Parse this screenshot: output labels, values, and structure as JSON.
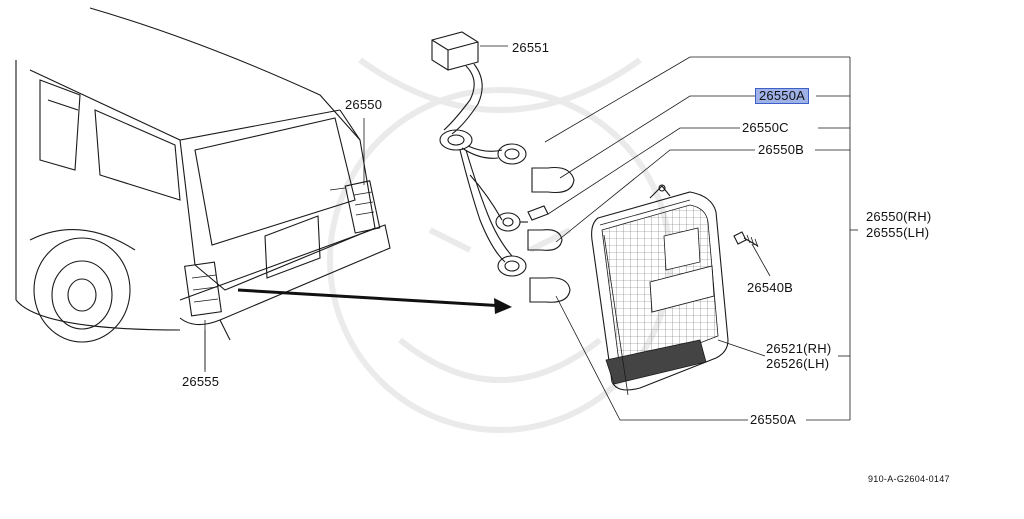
{
  "labels": {
    "p26551": "26551",
    "p26550": "26550",
    "p26550A_top": "26550A",
    "p26550C": "26550C",
    "p26550B": "26550B",
    "p26550_rh": "26550(RH)",
    "p26555_lh": "26555(LH)",
    "p26540B": "26540B",
    "p26521_rh": "26521(RH)",
    "p26526_lh": "26526(LH)",
    "p26555": "26555",
    "p26550A_bottom": "26550A"
  },
  "reference": "910-A-G2604-0147",
  "colors": {
    "highlight_fill": "#9fb2e8",
    "highlight_border": "#3f5fc8",
    "line": "#1a1a1a"
  }
}
